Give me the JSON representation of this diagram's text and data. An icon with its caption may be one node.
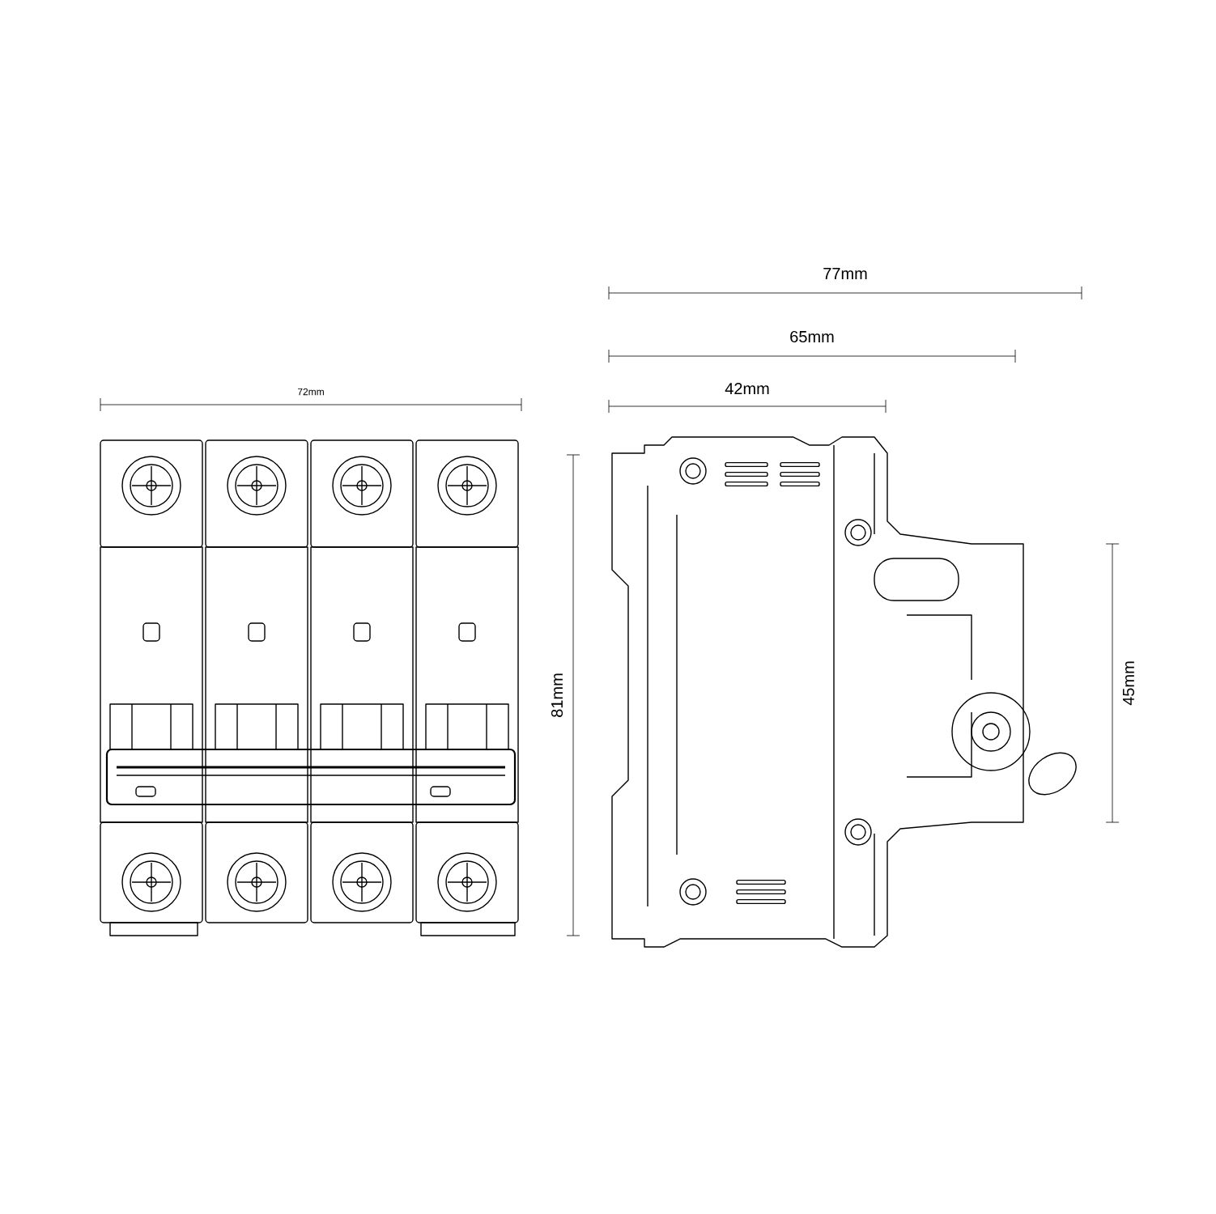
{
  "diagram": {
    "labels": [
      "77mm",
      "65mm",
      "42mm",
      "72mm",
      "81mm",
      "45mm"
    ]
  }
}
